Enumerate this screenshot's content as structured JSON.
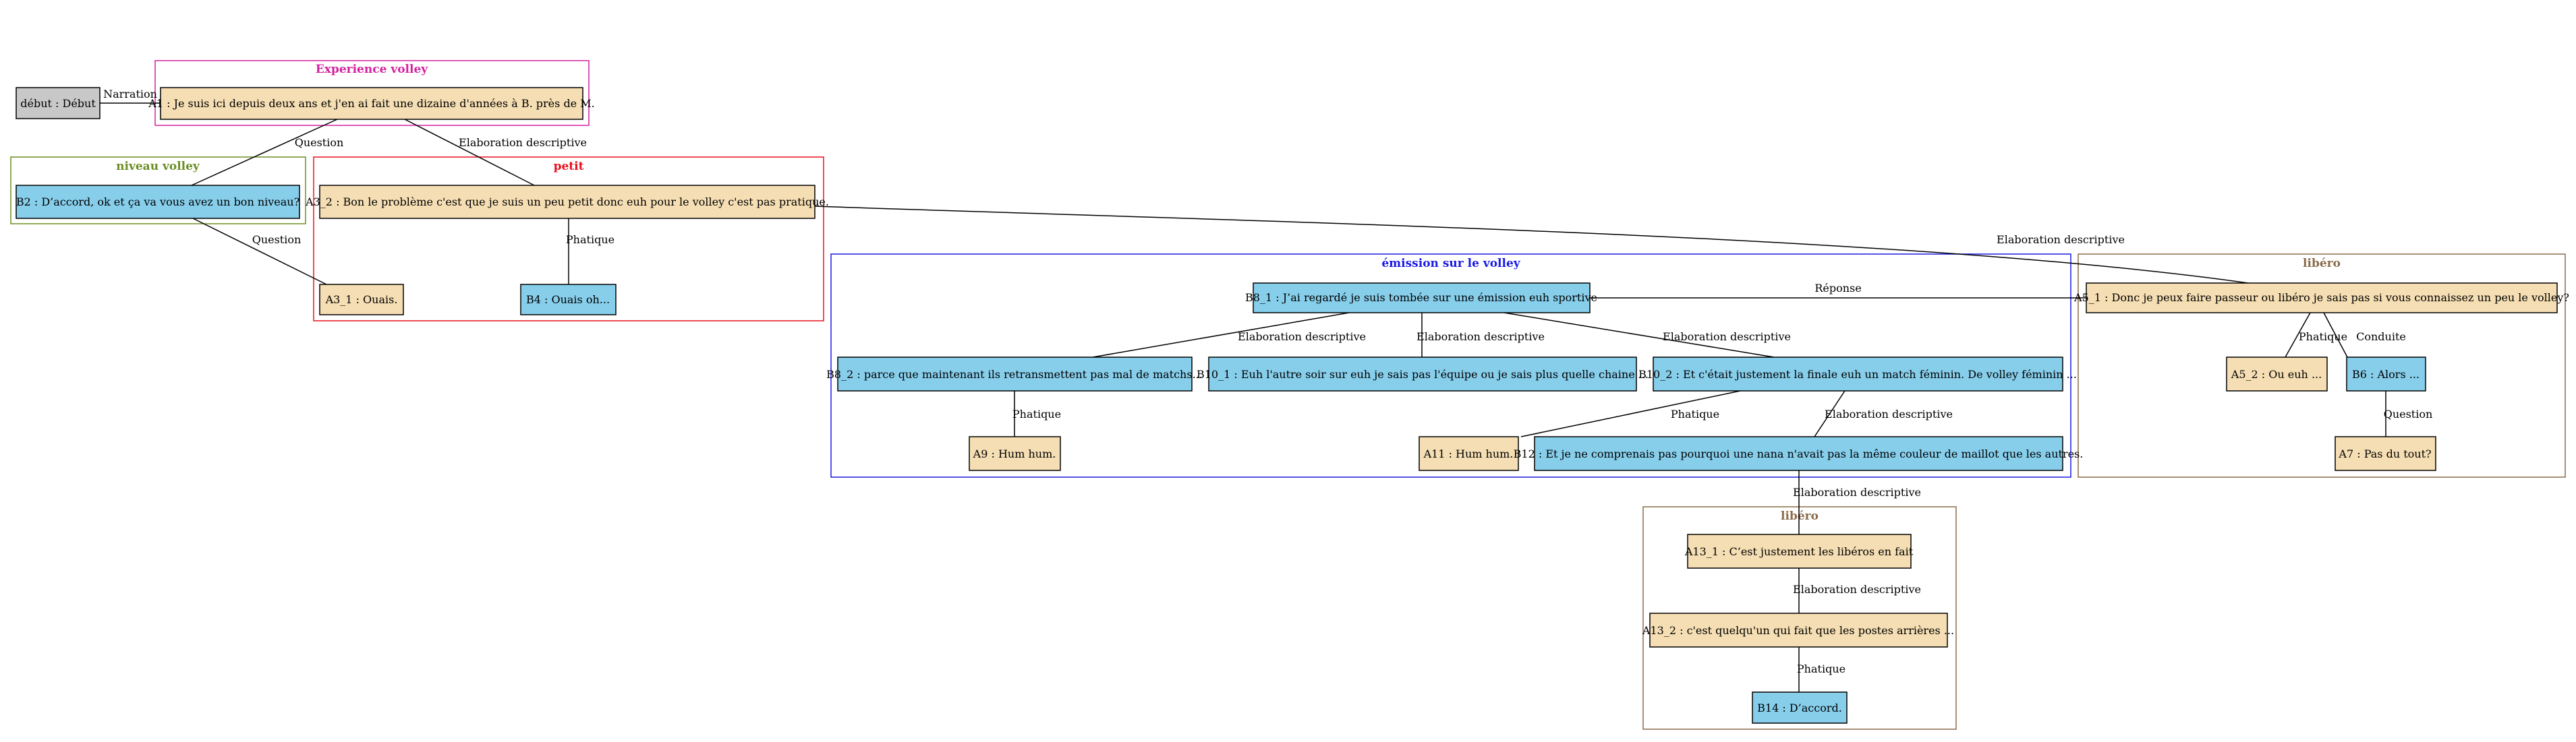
{
  "colors": {
    "question_node": "#87CEEB",
    "answer_node": "#F5DEB3",
    "start_node": "#C8C8C8",
    "cluster_experience": "#D4209E",
    "cluster_niveau": "#6B8E23",
    "cluster_petit": "#E8101E",
    "cluster_emission": "#1A1AE6",
    "cluster_libero": "#8B6B4A"
  },
  "clusters": {
    "experience": "Experience volley",
    "niveau": "niveau volley",
    "petit": "petit",
    "emission": "émission sur le volley",
    "libero_right": "libéro",
    "libero_bottom": "libéro"
  },
  "nodes": {
    "debut": "début : Début",
    "A1": "A1 : Je suis ici depuis deux ans et j'en ai fait une dizaine d'années à B. près de M.",
    "B2": "B2 : D’accord, ok et ça va vous avez un bon niveau?",
    "A3_2": "A3_2 : Bon le problème c'est que je suis un peu petit donc euh pour le volley c'est pas pratique.",
    "A3_1": "A3_1 : Ouais.",
    "B4": "B4 : Ouais oh...",
    "B8_1": "B8_1 : J’ai regardé je suis tombée sur une émission euh sportive",
    "B8_2": "B8_2 : parce que maintenant ils retransmettent pas mal de matchs...",
    "B10_1": "B10_1 : Euh l'autre soir sur euh je sais pas l'équipe ou je sais plus quelle chaine ...",
    "B10_2": "B10_2 : Et c'était justement la finale euh un match féminin. De volley féminin ...",
    "A9": "A9 : Hum hum.",
    "A11": "A11 : Hum hum.",
    "B12": "B12 : Et je ne comprenais pas pourquoi une nana n'avait pas la même couleur de maillot que les autres.",
    "A5_1": "A5_1 : Donc je peux faire passeur ou libéro je sais pas si vous connaissez un peu le volley?",
    "A5_2": "A5_2 : Ou euh ...",
    "B6": "B6 : Alors ...",
    "A7": "A7 : Pas du tout?",
    "A13_1": "A13_1 : C’est justement les libéros en fait",
    "A13_2": "A13_2 : c'est quelqu'un qui fait que les postes arrières ...",
    "B14": "B14 : D’accord."
  },
  "edges": {
    "narration": "Narration",
    "question_a1_b2": "Question",
    "elab_a1_a3_2": "Elaboration descriptive",
    "question_b2_a3_1": "Question",
    "phatique_a3_2_b4": "Phatique",
    "elab_a3_2_a5_1": "Elaboration descriptive",
    "reponse_a5_1_b8_1": "Réponse",
    "elab_b8_1_b8_2": "Elaboration descriptive",
    "elab_b8_1_b10_1": "Elaboration descriptive",
    "elab_b8_1_b10_2": "Elaboration descriptive",
    "phatique_b8_2_a9": "Phatique",
    "phatique_b10_2_a11": "Phatique",
    "elab_b10_2_b12": "Elaboration descriptive",
    "phatique_a5_1_a5_2": "Phatique",
    "conduite_a5_1_b6": "Conduite",
    "question_b6_a7": "Question",
    "elab_b12_a13_1": "Elaboration descriptive",
    "elab_a13_1_a13_2": "Elaboration descriptive",
    "phatique_a13_2_b14": "Phatique"
  }
}
